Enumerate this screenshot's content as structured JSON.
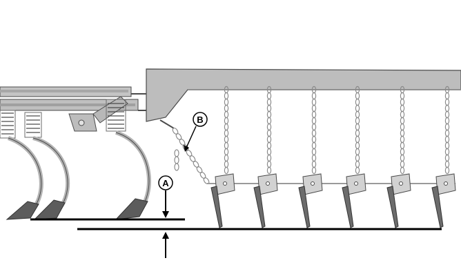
{
  "diagram": {
    "callouts": {
      "a": "A",
      "b": "B"
    },
    "colors": {
      "frame": "#bdbdbd",
      "frame_dark": "#8f8f8f",
      "outline": "#4a4a4a",
      "chain": "#9a9a9a",
      "ground_line": "#000000",
      "shank": "#b3b3b3",
      "point": "#5c5c5c"
    },
    "icons": [
      "spring-shank",
      "c-shank",
      "chain",
      "harrow-tine",
      "dimension-arrow"
    ]
  }
}
